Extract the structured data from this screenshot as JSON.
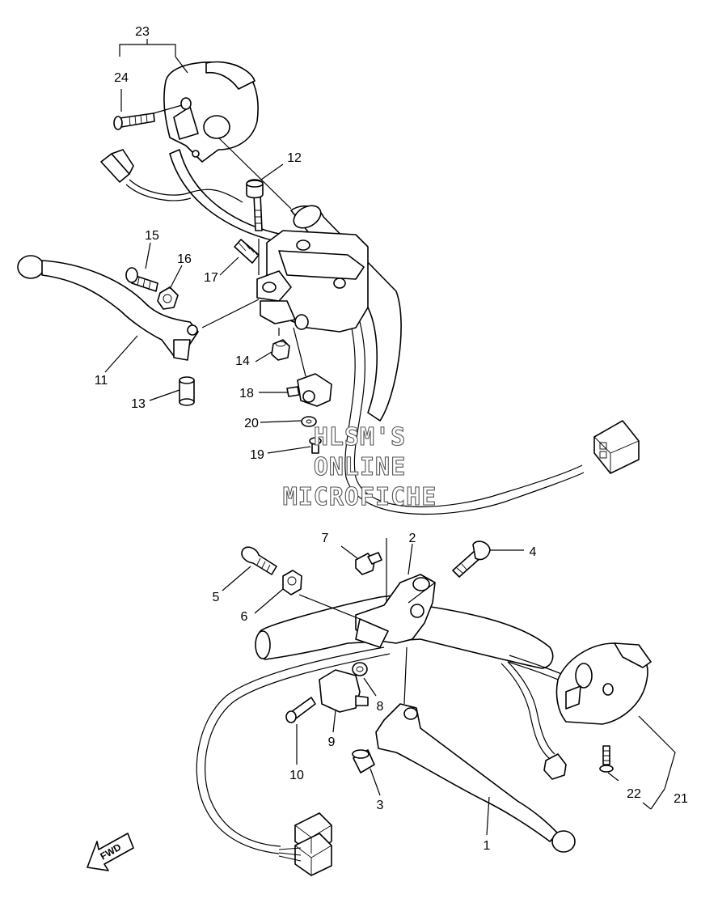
{
  "watermark": {
    "line1": "HLSM'S",
    "line2": "ONLINE",
    "line3": "MICROFICHE"
  },
  "fwd_label": "FWD",
  "callouts": [
    "1",
    "2",
    "3",
    "4",
    "5",
    "6",
    "7",
    "8",
    "9",
    "10",
    "11",
    "12",
    "13",
    "14",
    "15",
    "16",
    "17",
    "18",
    "19",
    "20",
    "21",
    "22",
    "23",
    "24"
  ],
  "colors": {
    "ink": "#000000",
    "watermark_outline": "#555555",
    "background": "#ffffff"
  }
}
